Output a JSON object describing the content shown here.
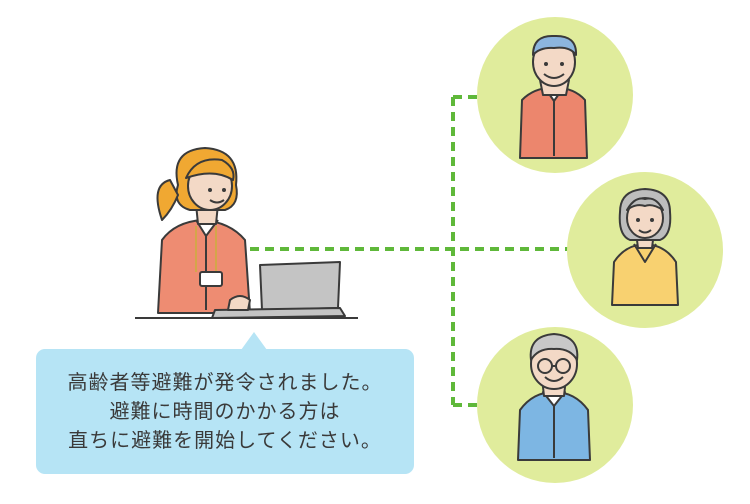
{
  "message": {
    "line1": "高齢者等避難が発令されました。",
    "line2": "避難に時間のかかる方は",
    "line3": "直ちに避難を開始してください。"
  },
  "colors": {
    "circle": "#e0ec9c",
    "dashed_line": "#5fb83a",
    "bubble": "#b6e4f5",
    "operator_shirt": "#ee8c72",
    "operator_hair": "#f0a832",
    "elder1_shirt": "#ec866d",
    "elder2_shirt": "#f8d170",
    "elder3_shirt": "#7db6e3"
  },
  "icons": [
    "operator-figure",
    "laptop-icon",
    "elder-man-figure",
    "elder-woman-figure",
    "elder-glasses-figure"
  ]
}
